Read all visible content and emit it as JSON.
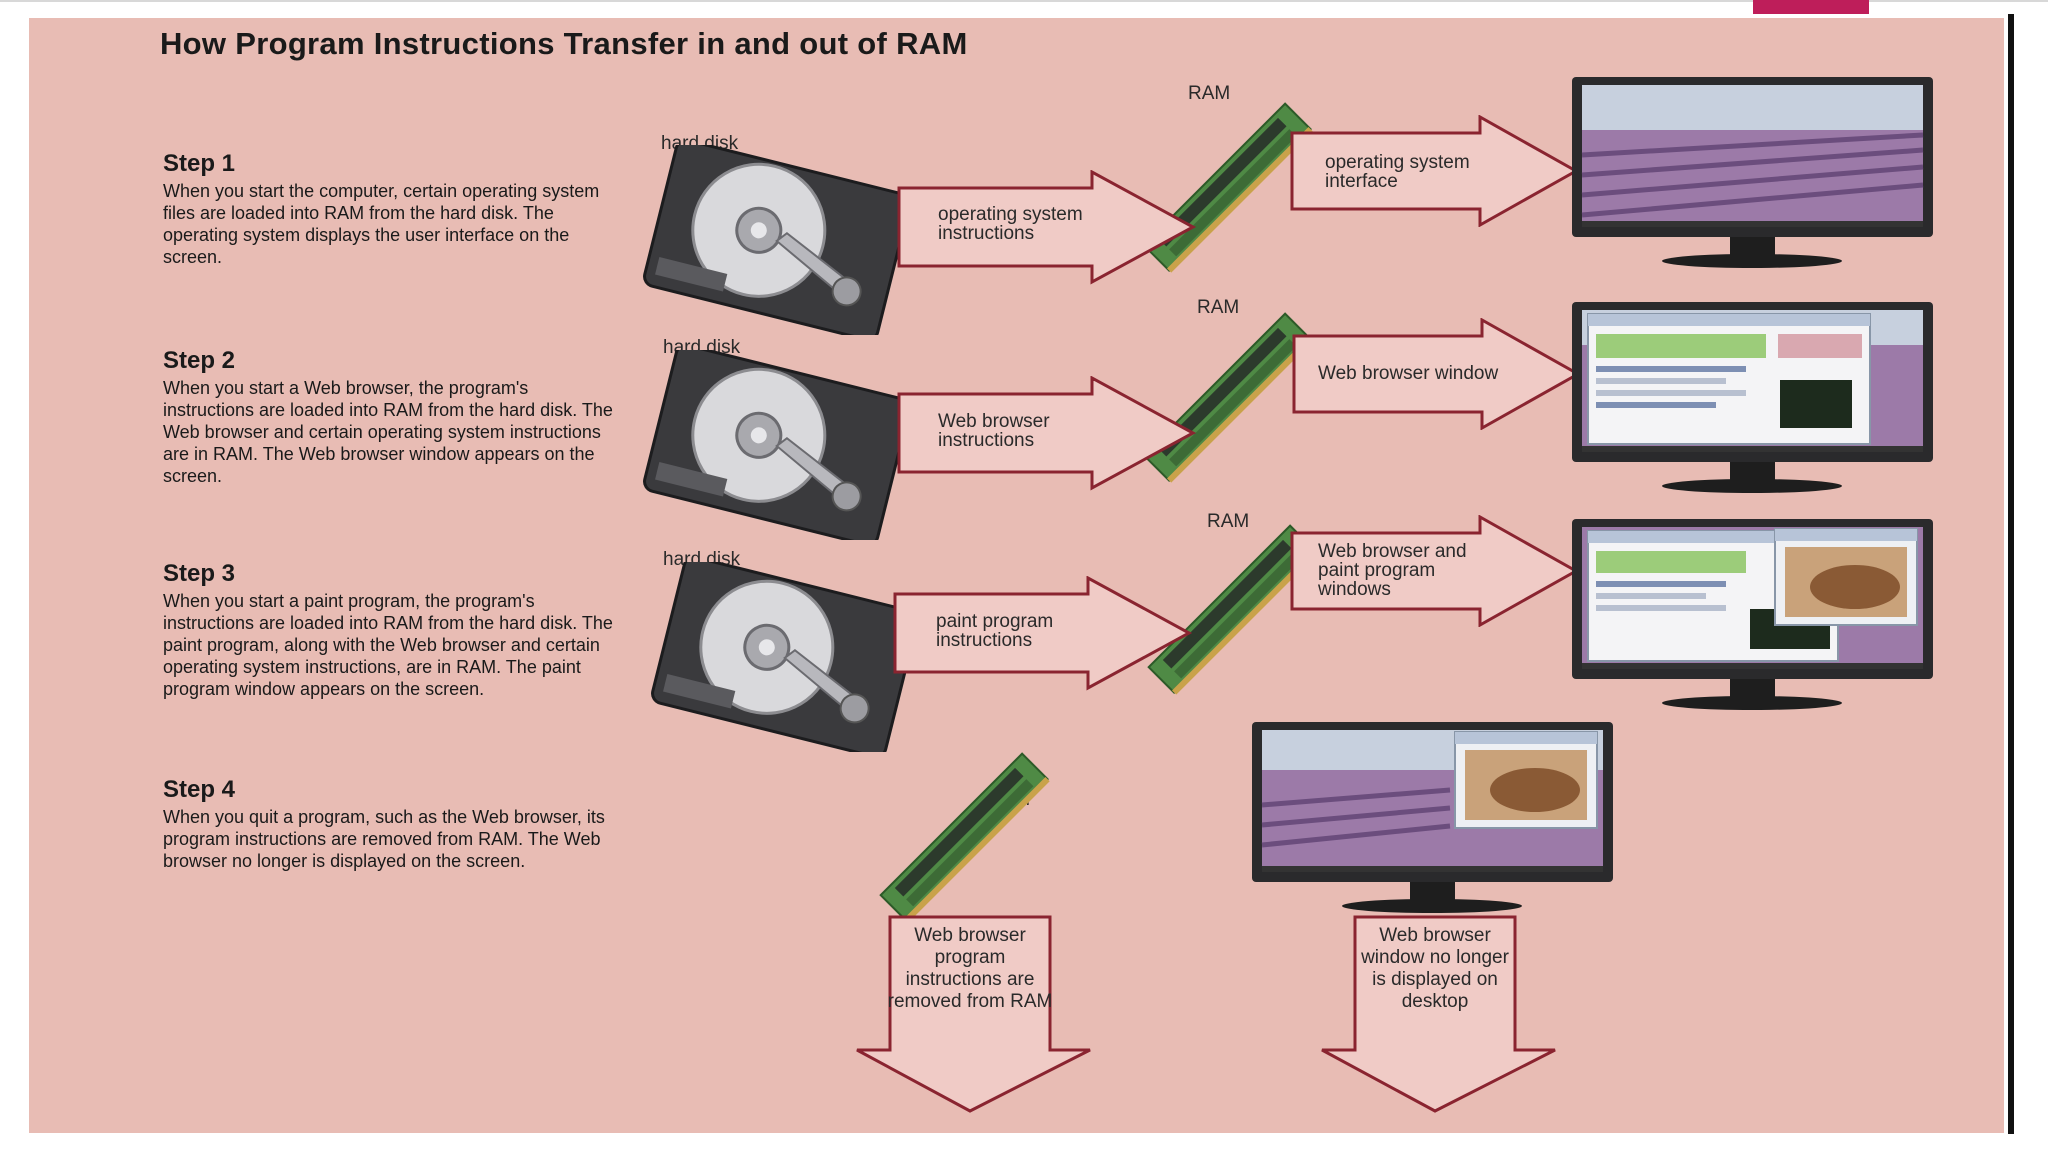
{
  "title": "How Program Instructions Transfer in and out of RAM",
  "labels": {
    "hard_disk": "hard disk",
    "ram": "RAM"
  },
  "steps": [
    {
      "heading": "Step 1",
      "text": "When you start the computer, certain operating system files are loaded into RAM from the hard disk. The operating system displays the user interface on the screen.",
      "to_ram_arrow": "operating system instructions",
      "to_screen_arrow": "operating system interface"
    },
    {
      "heading": "Step 2",
      "text": "When you start a Web browser, the program's instructions are loaded into RAM from the hard disk. The Web browser and certain operating system instructions are in RAM. The Web browser window appears on the screen.",
      "to_ram_arrow": "Web browser instructions",
      "to_screen_arrow": "Web browser window"
    },
    {
      "heading": "Step 3",
      "text": "When you start a paint program, the program's instructions are loaded into RAM from the hard disk. The paint program, along with the Web browser and certain operating system instructions, are in RAM. The paint program window appears on the screen.",
      "to_ram_arrow": "paint program instructions",
      "to_screen_arrow": "Web browser and paint program windows"
    },
    {
      "heading": "Step 4",
      "text": "When you quit a program, such as the Web browser, its program instructions are removed from RAM. The Web browser no longer is displayed on the screen.",
      "down_arrow_left": "Web browser program instructions are removed from RAM",
      "down_arrow_right": "Web browser window no longer is displayed on desktop"
    }
  ],
  "colors": {
    "panel": "#e8bcb4",
    "arrow_fill": "#f0cbc6",
    "arrow_border": "#8a2430",
    "accent": "#be1e5a"
  }
}
